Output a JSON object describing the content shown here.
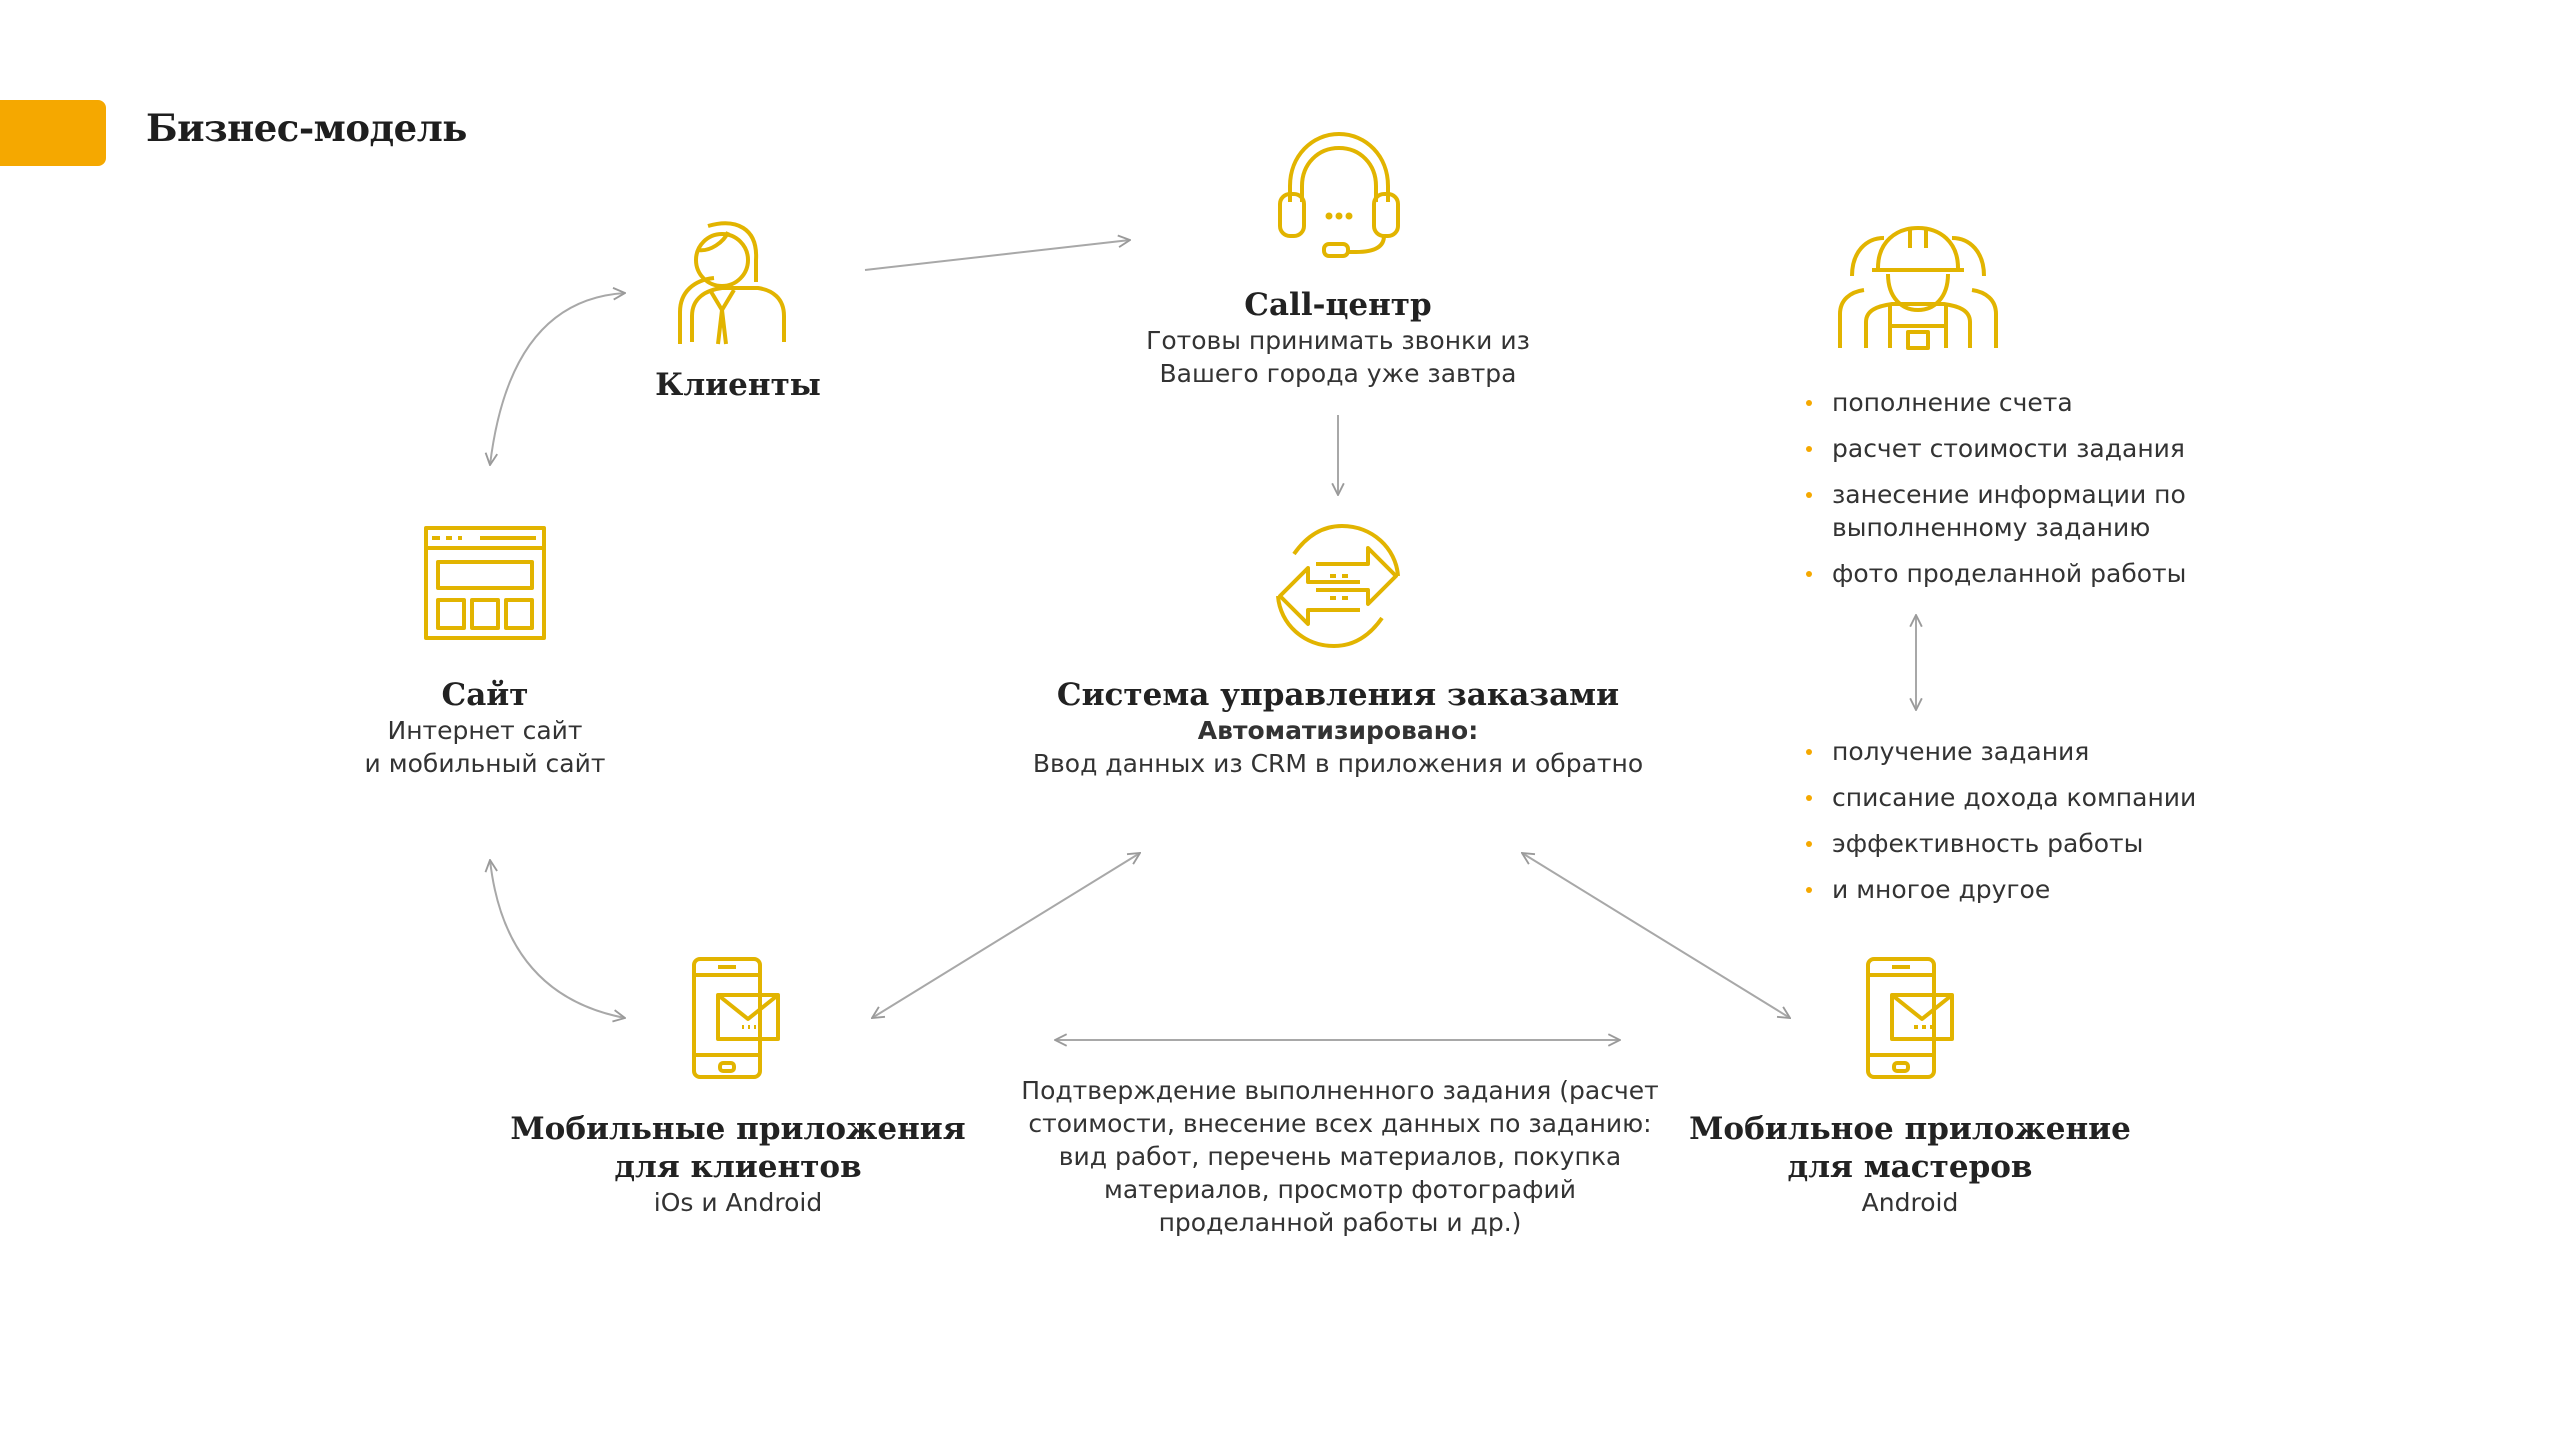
{
  "header": {
    "title": "Бизнес-модель"
  },
  "colors": {
    "accent": "#f5a800",
    "icon": "#e2b400",
    "arrow": "#9a9a9a",
    "text": "#333333"
  },
  "nodes": {
    "clients": {
      "title": "Клиенты",
      "icon": "customers-icon"
    },
    "call_center": {
      "title": "Call-центр",
      "subtitle_lines": [
        "Готовы принимать звонки из",
        "Вашего города уже завтра"
      ],
      "icon": "headset-icon"
    },
    "site": {
      "title": "Сайт",
      "subtitle_lines": [
        "Интернет сайт",
        "и мобильный сайт"
      ],
      "icon": "website-icon"
    },
    "oms": {
      "title": "Система управления заказами",
      "subtitle_bold": "Автоматизировано:",
      "subtitle": "Ввод данных из CRM в приложения и обратно",
      "icon": "exchange-arrows-icon"
    },
    "client_apps": {
      "title_lines": [
        "Мобильные приложения",
        "для клиентов"
      ],
      "platforms": "iOs и Android",
      "icon": "mobile-message-icon"
    },
    "master_app": {
      "title_lines": [
        "Мобильное приложение",
        "для мастеров"
      ],
      "platforms": "Android",
      "icon": "mobile-message-icon"
    },
    "masters": {
      "icon": "workers-icon"
    }
  },
  "master_features_top": [
    "пополнение счета",
    "расчет стоимости задания",
    "занесение информации по выполненному заданию",
    "фото проделанной работы"
  ],
  "master_features_bottom": [
    "получение задания",
    "списание дохода компании",
    "эффективность работы",
    "и многое другое"
  ],
  "apps_exchange_caption_lines": [
    "Подтверждение выполненного задания (расчет",
    "стоимости, внесение всех данных по заданию:",
    "вид работ, перечень материалов, покупка",
    "материалов, просмотр фотографий",
    "проделанной работы и др.)"
  ]
}
